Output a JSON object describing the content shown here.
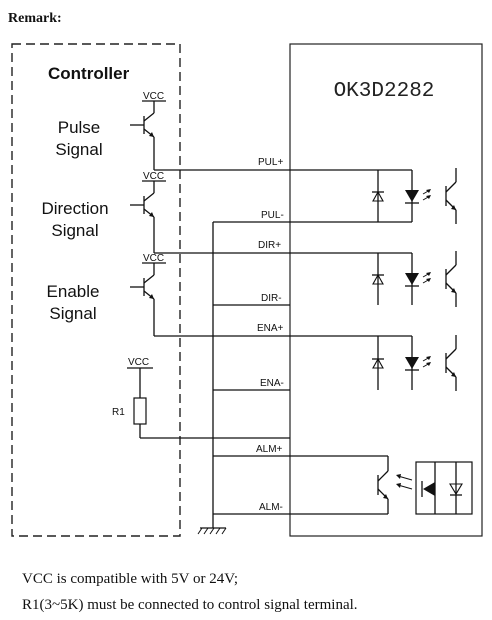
{
  "header": {
    "title": "Remark:"
  },
  "controller": {
    "title": "Controller",
    "pulse_label": [
      "Pulse",
      "Signal"
    ],
    "direction_label": [
      "Direction",
      "Signal"
    ],
    "enable_label": [
      "Enable",
      "Signal"
    ],
    "vcc": "VCC",
    "resistor": "R1"
  },
  "driver": {
    "model": "OK3D2282",
    "terminals": [
      "PUL+",
      "PUL-",
      "DIR+",
      "DIR-",
      "ENA+",
      "ENA-",
      "ALM+",
      "ALM-"
    ]
  },
  "notes": [
    "VCC is compatible with 5V or 24V;",
    "R1(3~5K) must be connected to control signal terminal."
  ]
}
